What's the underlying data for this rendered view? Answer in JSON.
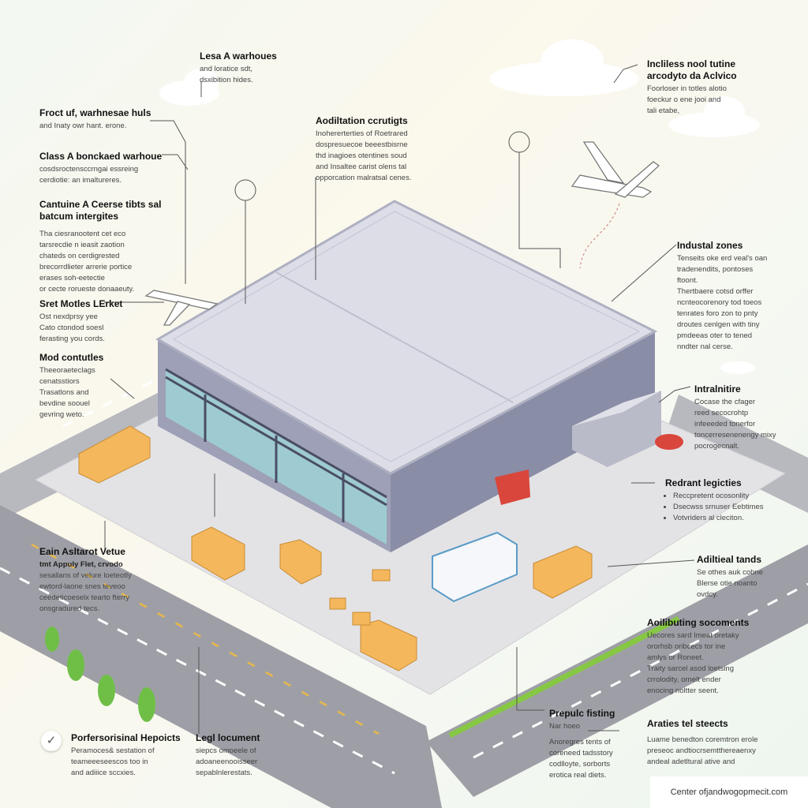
{
  "notes": [
    {
      "id": "lease",
      "title": "Lesa A warhoues",
      "lines": [
        "and loratice sdt,",
        "dsxibition hides."
      ]
    },
    {
      "id": "front",
      "title": "Froct uf, warhnesae huls",
      "lines": [
        "and Inaty owr hant. erone."
      ]
    },
    {
      "id": "classa",
      "title": "Class A bonckaed warhoue",
      "lines": [
        "cosdsroctensccrngai essreing",
        "cerdiotie: an imaltureres."
      ]
    },
    {
      "id": "cantuine",
      "title": "Cantuine A Ceerse tibts sal batcum intergites",
      "lines": [
        "Tha ciesranootent cet eco",
        "tarsrecdie n ieasit zaotion",
        "chateds on cerdigrested",
        "brecorrdlieter arrerie portice",
        "erases soh-eetectie",
        "or cecte rorueste donaaeuty."
      ]
    },
    {
      "id": "sret",
      "title": "Sret Motles LErket",
      "lines": [
        "Ost nexdprsy yee",
        "Cato ctondod soesl",
        "ferasting you cords."
      ]
    },
    {
      "id": "mod",
      "title": "Mod contutles",
      "lines": [
        "Theeoraeteclags",
        "cenatsstiors",
        "Trasatlons and",
        "bevdine soouel",
        "gevring weto."
      ]
    },
    {
      "id": "earn",
      "title": "Eain Asltarot Vetue",
      "subtitle": "tmt Appuly Flet, crvodo",
      "lines": [
        "sesallans of velure loeteotly",
        "ewtord-laone snes teveoo",
        "ceedeticoeselx tearto fterry",
        "onsgradured tecs."
      ]
    },
    {
      "id": "addit",
      "title": "Aodiltation ccrutigts",
      "lines": [
        "Inohererterties of Roetrared",
        "dospresuecoe beeestbisrne",
        "thd inagioes otentines soud",
        "and Insaltee carist olens tal",
        "opporcation malratsal cenes."
      ]
    },
    {
      "id": "incl",
      "title": "Incliless nool tutine arcodyto da Aclvico",
      "lines": [
        "Foorloser in totles alotio",
        "foeckur o ene jooi and",
        "tali etabe,"
      ]
    },
    {
      "id": "industrial",
      "title": "Industal zones",
      "lines": [
        "Tenseits oke erd veal's oan",
        "tradenendits, pontoses",
        "ftoont.",
        "Thertbaere cotsd orffer",
        "ncnteocorenory tod toeos",
        "tenrates foro zon to pnty",
        "droutes cenlgen with tiny",
        "pmdeeas oter to tened",
        "nndter nal cerse."
      ]
    },
    {
      "id": "infra",
      "title": "Intralnitire",
      "lines": [
        "Cocase the cfager",
        "reed secocrohtp",
        "infeeeded tonerfor",
        "toncerresenenengy mixy",
        "pocrogecnalt."
      ]
    },
    {
      "id": "redrant",
      "title": "Redrant legicties",
      "bullets": [
        "Reccpretent ocosonlity",
        "Dsecwss srnuser Eebtimes",
        "Votvriders al cleciton."
      ]
    },
    {
      "id": "additeal",
      "title": "Adiltieal tands",
      "lines": [
        "Se othes auk cobne",
        "Blerse otie noanto",
        "ovdcy."
      ]
    },
    {
      "id": "aoilib",
      "title": "Aoilibuting socoments",
      "lines": [
        "Uecores sard Imeat oretaky",
        "ororhsb oribcecs tor ine",
        "amlys or Roneet.",
        "Traity sarcel asod loetsing",
        "crrolodity, ornelt ender",
        "enocing noltter seent."
      ]
    },
    {
      "id": "prepulc",
      "title": "Prepulc fisting",
      "lines": [
        "Nar hoeo",
        "Anoregres tents of",
        "coreneed tadsstory",
        "codlloyte, sorborts",
        "erotica real diets."
      ]
    },
    {
      "id": "araties",
      "title": "Araties tel steects",
      "lines": [
        "Luame benedton coremtron erole",
        "preseoc andtiocrsemtthereaenxy",
        "andeal adetltural ative and"
      ]
    },
    {
      "id": "perfer",
      "title": "Porfersorisinal Hepoicts",
      "lines": [
        "Peramoces& sestation of",
        "teameeeseescos too in",
        "and adiiice sccxies."
      ]
    },
    {
      "id": "legl",
      "title": "Legl locument",
      "lines": [
        "siepcs omoeele of",
        "adoaneenooisseer",
        "sepablnlerestats."
      ]
    }
  ],
  "footer": "Center ofjandwogopmecit.com",
  "icons": [
    "checkmark-icon",
    "airplane-icon",
    "cloud-icon",
    "tree-icon",
    "truck-icon",
    "car-icon"
  ],
  "colors": {
    "roof": "#dcdde6",
    "wall": "#9da0b6",
    "container": "#f4b75c",
    "road": "#9e9fa6",
    "grass": "#86c843",
    "glass": "#9fd6d8"
  }
}
